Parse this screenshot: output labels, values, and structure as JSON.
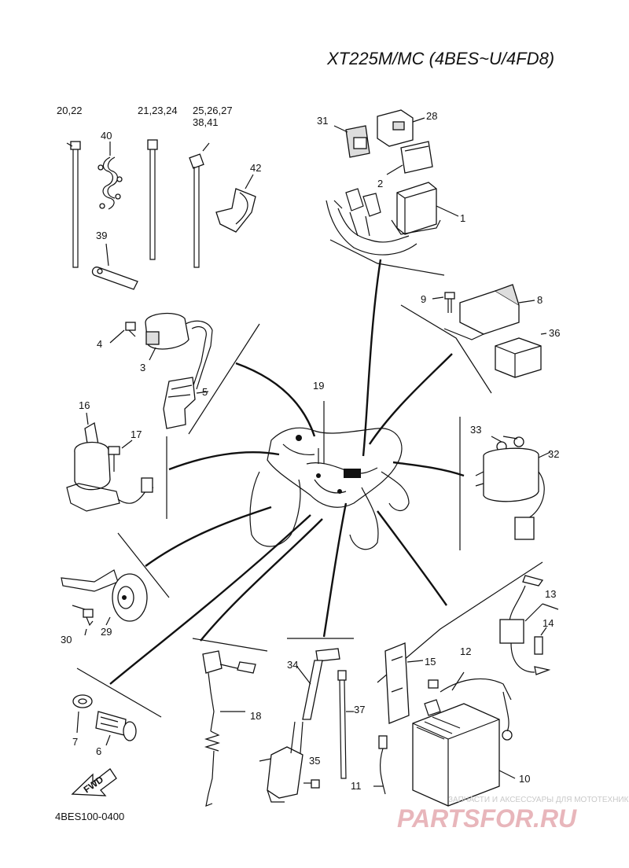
{
  "title": "XT225M/MC (4BES~U/4FD8)",
  "diagram_code": "4BES100-0400",
  "fwd_label": "FWD",
  "watermark": {
    "brand": "PARTSFOR.RU",
    "tagline": "ЗАПЧАСТИ И АКСЕССУАРЫ ДЛЯ МОТОТЕХНИКИ"
  },
  "callouts": {
    "p20_22": "20,22",
    "p21_23_24": "21,23,24",
    "p25_26_27": "25,26,27",
    "p38_41": "38,41",
    "p40": "40",
    "p42": "42",
    "p39": "39",
    "p31": "31",
    "p28": "28",
    "p2": "2",
    "p1": "1",
    "p9": "9",
    "p8": "8",
    "p36": "36",
    "p4": "4",
    "p3": "3",
    "p5": "5",
    "p19": "19",
    "p16": "16",
    "p17": "17",
    "p33": "33",
    "p32": "32",
    "p13": "13",
    "p14": "14",
    "p30": "30",
    "p29": "29",
    "p15": "15",
    "p12": "12",
    "p34": "34",
    "p37": "37",
    "p18": "18",
    "p7": "7",
    "p6": "6",
    "p35": "35",
    "p10": "10",
    "p11": "11"
  }
}
